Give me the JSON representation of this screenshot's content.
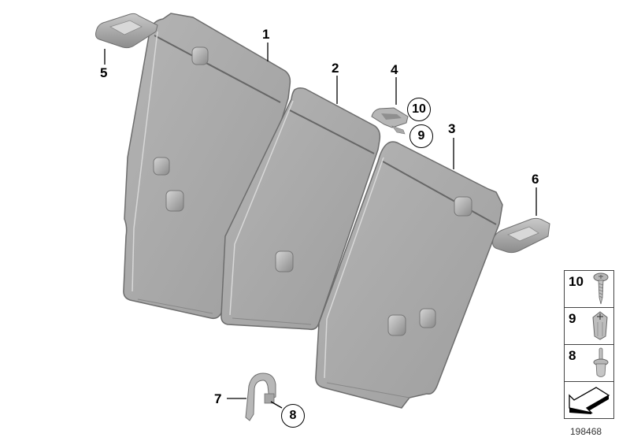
{
  "diagram": {
    "type": "exploded-parts-diagram",
    "subject": "rear seat backrest trim panels",
    "callouts": [
      {
        "id": "1",
        "label": "1",
        "part": "backrest-panel-left"
      },
      {
        "id": "2",
        "label": "2",
        "part": "backrest-panel-center"
      },
      {
        "id": "3",
        "label": "3",
        "part": "backrest-panel-right"
      },
      {
        "id": "4",
        "label": "4",
        "part": "center-clip"
      },
      {
        "id": "5",
        "label": "5",
        "part": "cover-cap-left"
      },
      {
        "id": "6",
        "label": "6",
        "part": "cover-cap-right"
      },
      {
        "id": "7",
        "label": "7",
        "part": "bracket"
      },
      {
        "id": "8",
        "label": "8",
        "part": "expanding-rivet"
      },
      {
        "id": "9",
        "label": "9",
        "part": "expanding-nut"
      },
      {
        "id": "10",
        "label": "10",
        "part": "screw"
      }
    ],
    "circled_callouts": [
      {
        "label": "10"
      },
      {
        "label": "9"
      },
      {
        "label": "8"
      }
    ],
    "legend": [
      {
        "label": "10",
        "icon": "screw-icon"
      },
      {
        "label": "9",
        "icon": "expanding-nut-icon"
      },
      {
        "label": "8",
        "icon": "rivet-icon"
      },
      {
        "label": "",
        "icon": "direction-arrow-icon"
      }
    ],
    "reference_number": "198468",
    "colors": {
      "part_fill": "#a9a9a9",
      "part_light": "#c8c8c8",
      "part_dark": "#7d7d7d",
      "outline": "#6a6a6a",
      "text": "#000000"
    }
  }
}
